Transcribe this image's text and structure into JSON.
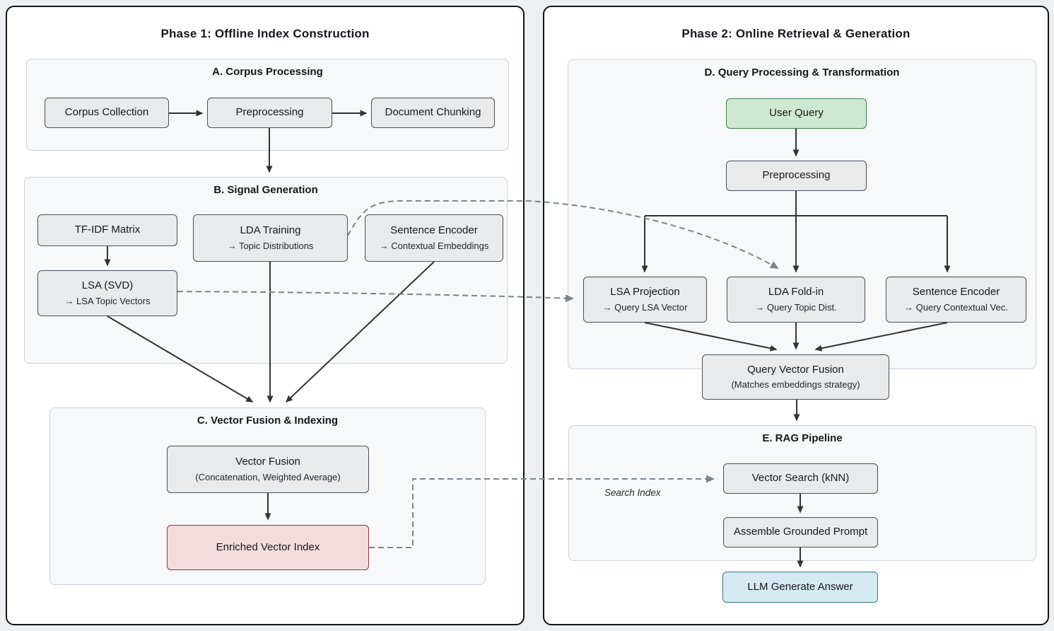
{
  "diagram": {
    "phase1": {
      "title": "Phase 1: Offline Index Construction",
      "groups": {
        "corpus_processing": {
          "title": "A. Corpus Processing"
        },
        "signal_generation": {
          "title": "B. Signal Generation"
        },
        "vector_fusion_indexing": {
          "title": "C. Vector Fusion & Indexing"
        }
      },
      "nodes": {
        "corpus_collection": {
          "label": "Corpus Collection"
        },
        "preprocessing": {
          "label": "Preprocessing"
        },
        "document_chunking": {
          "label": "Document Chunking"
        },
        "tfidf_matrix": {
          "label": "TF-IDF Matrix"
        },
        "lda_training": {
          "label": "LDA Training",
          "sublabel": "→ Topic Distributions"
        },
        "sentence_encoder": {
          "label": "Sentence Encoder",
          "sublabel": "→ Contextual Embeddings"
        },
        "lsa_svd": {
          "label": "LSA (SVD)",
          "sublabel": "→ LSA Topic Vectors"
        },
        "vector_fusion": {
          "label": "Vector Fusion",
          "sublabel": "(Concatenation, Weighted Average)"
        },
        "enriched_vector_index": {
          "label": "Enriched Vector Index"
        }
      }
    },
    "phase2": {
      "title": "Phase 2: Online Retrieval & Generation",
      "groups": {
        "query_processing": {
          "title": "D. Query Processing & Transformation"
        },
        "rag_pipeline": {
          "title": "E. RAG Pipeline"
        }
      },
      "nodes": {
        "user_query": {
          "label": "User Query"
        },
        "preprocessing": {
          "label": "Preprocessing"
        },
        "lsa_projection": {
          "label": "LSA Projection",
          "sublabel": "→ Query LSA Vector"
        },
        "lda_foldin": {
          "label": "LDA Fold-in",
          "sublabel": "→ Query Topic Dist."
        },
        "sentence_encoder": {
          "label": "Sentence Encoder",
          "sublabel": "→ Query Contextual Vec."
        },
        "query_vector_fusion": {
          "label": "Query Vector Fusion",
          "sublabel": "(Matches embeddings strategy)"
        },
        "vector_search": {
          "label": "Vector Search (kNN)"
        },
        "assemble_prompt": {
          "label": "Assemble Grounded Prompt"
        },
        "llm_generate": {
          "label": "LLM Generate Answer"
        }
      }
    },
    "edge_labels": {
      "search_index": "Search Index"
    },
    "colors": {
      "node_fill": "#e8eaec",
      "node_border": "#47515a",
      "group_fill": "#f7f8fa",
      "group_border": "#cdd2d8",
      "green_fill": "#cfe8d1",
      "green_border": "#3f7d46",
      "red_fill": "#f3dcde",
      "red_border": "#8f3b44",
      "blue_fill": "#d5eaf2",
      "blue_border": "#38798a",
      "solid_edge": "#333333",
      "dashed_edge": "#7d858c",
      "background": "#edeff2"
    }
  }
}
